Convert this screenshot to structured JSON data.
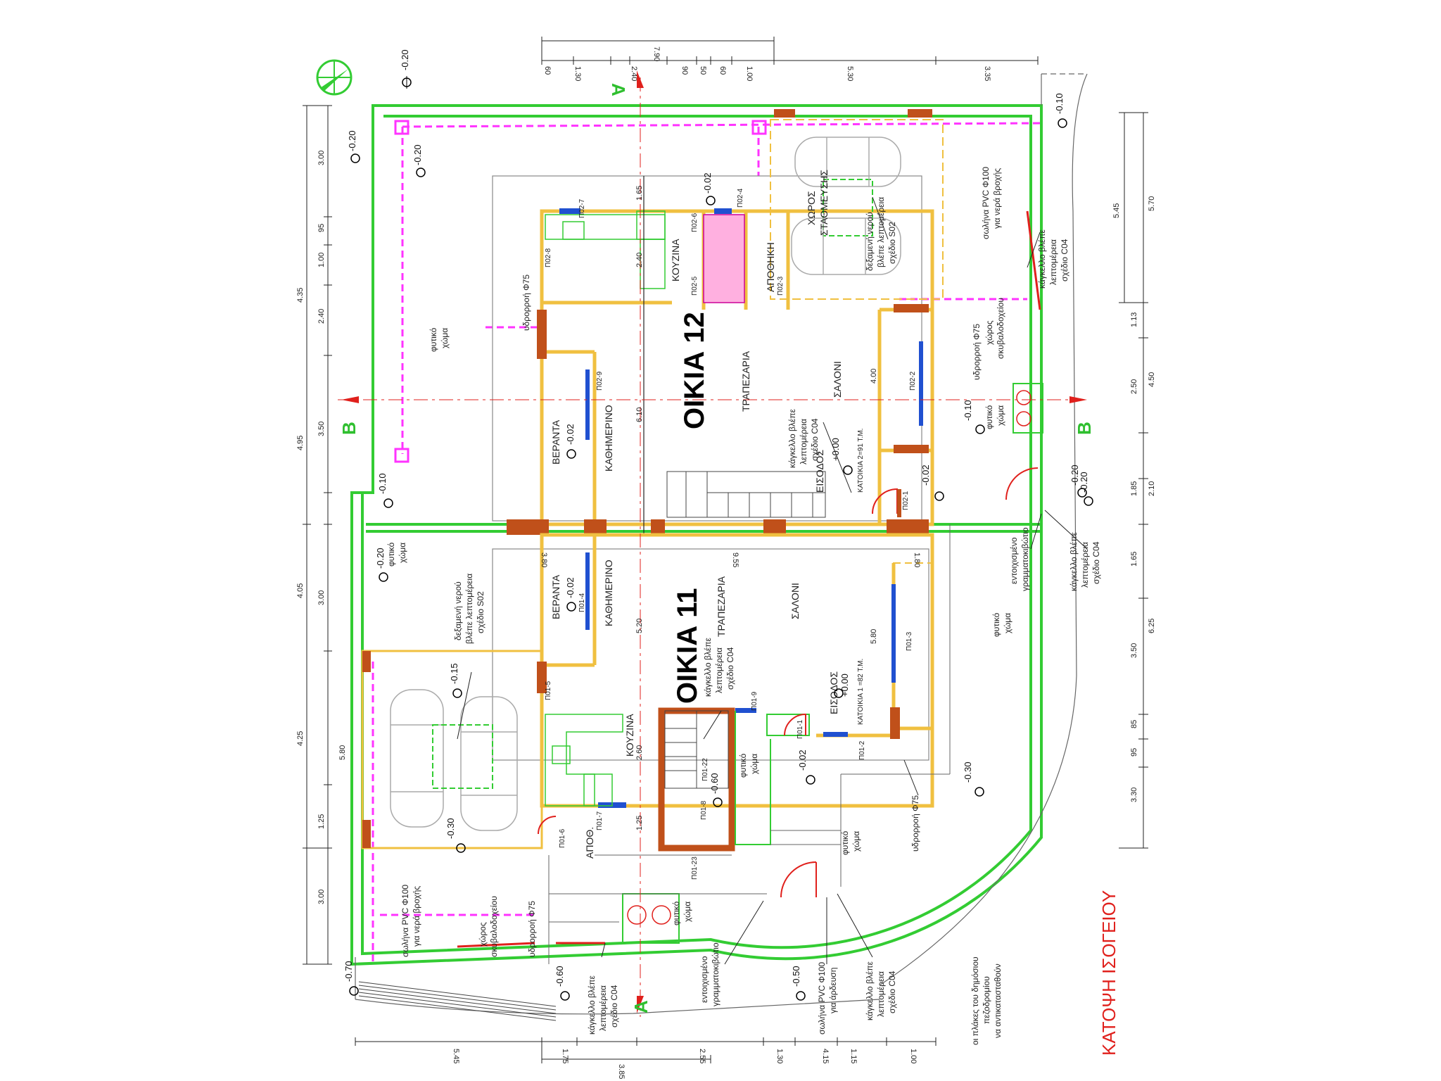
{
  "title": "ΚΑΤΟΨΗ ΙΣΟΓΕΙΟΥ",
  "colors": {
    "green": "#33cc33",
    "magenta": "#ff33ff",
    "orange": "#f0c040",
    "brick": "#c0501a",
    "red": "#e0201c",
    "blue": "#2050d0"
  },
  "houses": {
    "h12": "ΟΙΚΙΑ 12",
    "h11": "ΟΙΚΙΑ 11"
  },
  "rooms": {
    "kitchen12": "ΚΟΥΖΙΝΑ",
    "storage12": "ΑΠΟΘΗΚΗ",
    "parking12a": "ΧΩΡΟΣ",
    "parking12b": "ΣΤΑΘΜΕΥΣΗΣ",
    "dining12": "ΤΡΑΠΕΖΑΡΙΑ",
    "salon12": "ΣΑΛΟΝΙ",
    "veranda12": "ΒΕΡΑΝΤΑ",
    "living12": "ΚΑΘΗΜΕΡΙΝΟ",
    "veranda11": "ΒΕΡΑΝΤΑ",
    "living11": "ΚΑΘΗΜΕΡΙΝΟ",
    "dining11": "ΤΡΑΠΕΖΑΡΙΑ",
    "salon11": "ΣΑΛΟΝΙ",
    "kitchen11": "ΚΟΥΖΙΝΑ",
    "storage11": "ΑΠΟΘ.",
    "entry12": "ΕΙΣΟΔΟΣ",
    "entry11": "ΕΙΣΟΔΟΣ"
  },
  "levels": {
    "l1": "-0.20",
    "l2": "-0.20",
    "l3": "-0.20",
    "l4": "-0.10",
    "l5": "-0.02",
    "l6": "-0.02",
    "l7": "+0.00",
    "l8": "-0.10",
    "l9": "-0.02",
    "l10": "-0.20",
    "l11": "-0.10",
    "l12": "-0.20",
    "l13": "-0.02",
    "l14": "-0.15",
    "l15": "-0.60",
    "l16": "-0.02",
    "l17": "+0.00",
    "l18": "-0.30",
    "l19": "-0.30",
    "l20": "-0.70",
    "l21": "-0.60",
    "l22": "-0.50",
    "l23": "-0.20"
  },
  "notes": {
    "soil": "φυτικό",
    "soil2": "χώμα",
    "gutter": "υδρορροή Φ75",
    "pipe1": "σωλήνα PVC Φ100",
    "pipe2": "για νερά βροχής",
    "fence1": "κάγκελλο βλέπε",
    "fence2": "λεπτομέρεια",
    "fence3": "σχέδιο C04",
    "tank1": "δεξαμενή νερού",
    "tank2": "βλέπε λεπτομέρεια",
    "tank3": "σχέδιο S02",
    "bins1": "χώρος",
    "bins2": "σκυβαλοδοχείου",
    "meter1": "εντοιχισμένο",
    "meter2": "γραμματοκιβώτιο",
    "h12area": "ΚΑΤΟΙΚΙΑ 2=91 Τ.Μ.",
    "h11area": "ΚΑΤΟΙΚΙΑ 1 =82 Τ.Μ.",
    "pipe3": "σωλήνα PVC Φ100",
    "pipe4": "για άρδευση",
    "tiles1": "οι πλάκες του δημόσιου",
    "tiles2": "πεζοδρομίου",
    "tiles3": "να αντικατασταθούν"
  },
  "sections": {
    "a": "A",
    "b": "B"
  },
  "dims_top": {
    "d1": "7.90",
    "d2": "1.30",
    "d3": "60",
    "d4": "2.40",
    "d5": "90",
    "d6": "50",
    "d7": "60",
    "d8": "1.00",
    "d9": "5.30",
    "d10": "3.35"
  },
  "dims_left": {
    "d1": "4.35",
    "d2": "3.00",
    "d3": "95",
    "d4": "1.00",
    "d5": "2.40",
    "d6": "4.95",
    "d7": "3.50",
    "d8": "4.05",
    "d9": "3.00",
    "d10": "4.25",
    "d11": "5.80",
    "d12": "1.25",
    "d13": "3.00"
  },
  "dims_right": {
    "d1": "5.45",
    "d2": "5.70",
    "d3": "1.13",
    "d4": "2.50",
    "d5": "4.50",
    "d6": "1.85",
    "d7": "2.10",
    "d8": "1.65",
    "d9": "3.50",
    "d10": "6.25",
    "d11": "85",
    "d12": "95",
    "d13": "3.30"
  },
  "dims_bottom": {
    "d1": "5.45",
    "d2": "1.75",
    "d3": "2.55",
    "d4": "1.30",
    "d5": "1.15",
    "d6": "4.15",
    "d7": "1.00",
    "d8": "3.85"
  },
  "dims_inner": {
    "i1": "6.10",
    "i2": "5.20",
    "i3": "9.55",
    "i4": "3.80",
    "i5": "1.80",
    "i6": "4.00",
    "i7": "5.80",
    "i8": "2.40",
    "i9": "2.60",
    "i10": "1.65",
    "i11": "1.25"
  },
  "tags": {
    "t1": "Π02-7",
    "t2": "Π02-8",
    "t3": "Π02-6",
    "t4": "Π02-4",
    "t5": "Π02-5",
    "t6": "Π02-3",
    "t7": "Π02-9",
    "t8": "Π02-2",
    "t9": "Π02-1",
    "t10": "Π01-4",
    "t11": "Π01-5",
    "t12": "Π01-3",
    "t13": "Π01-9",
    "t14": "Π01-1",
    "t15": "Π01-2",
    "t16": "Π01-22",
    "t17": "Π01-8",
    "t18": "Π01-7",
    "t19": "Π01-6",
    "t20": "Π01-23"
  }
}
